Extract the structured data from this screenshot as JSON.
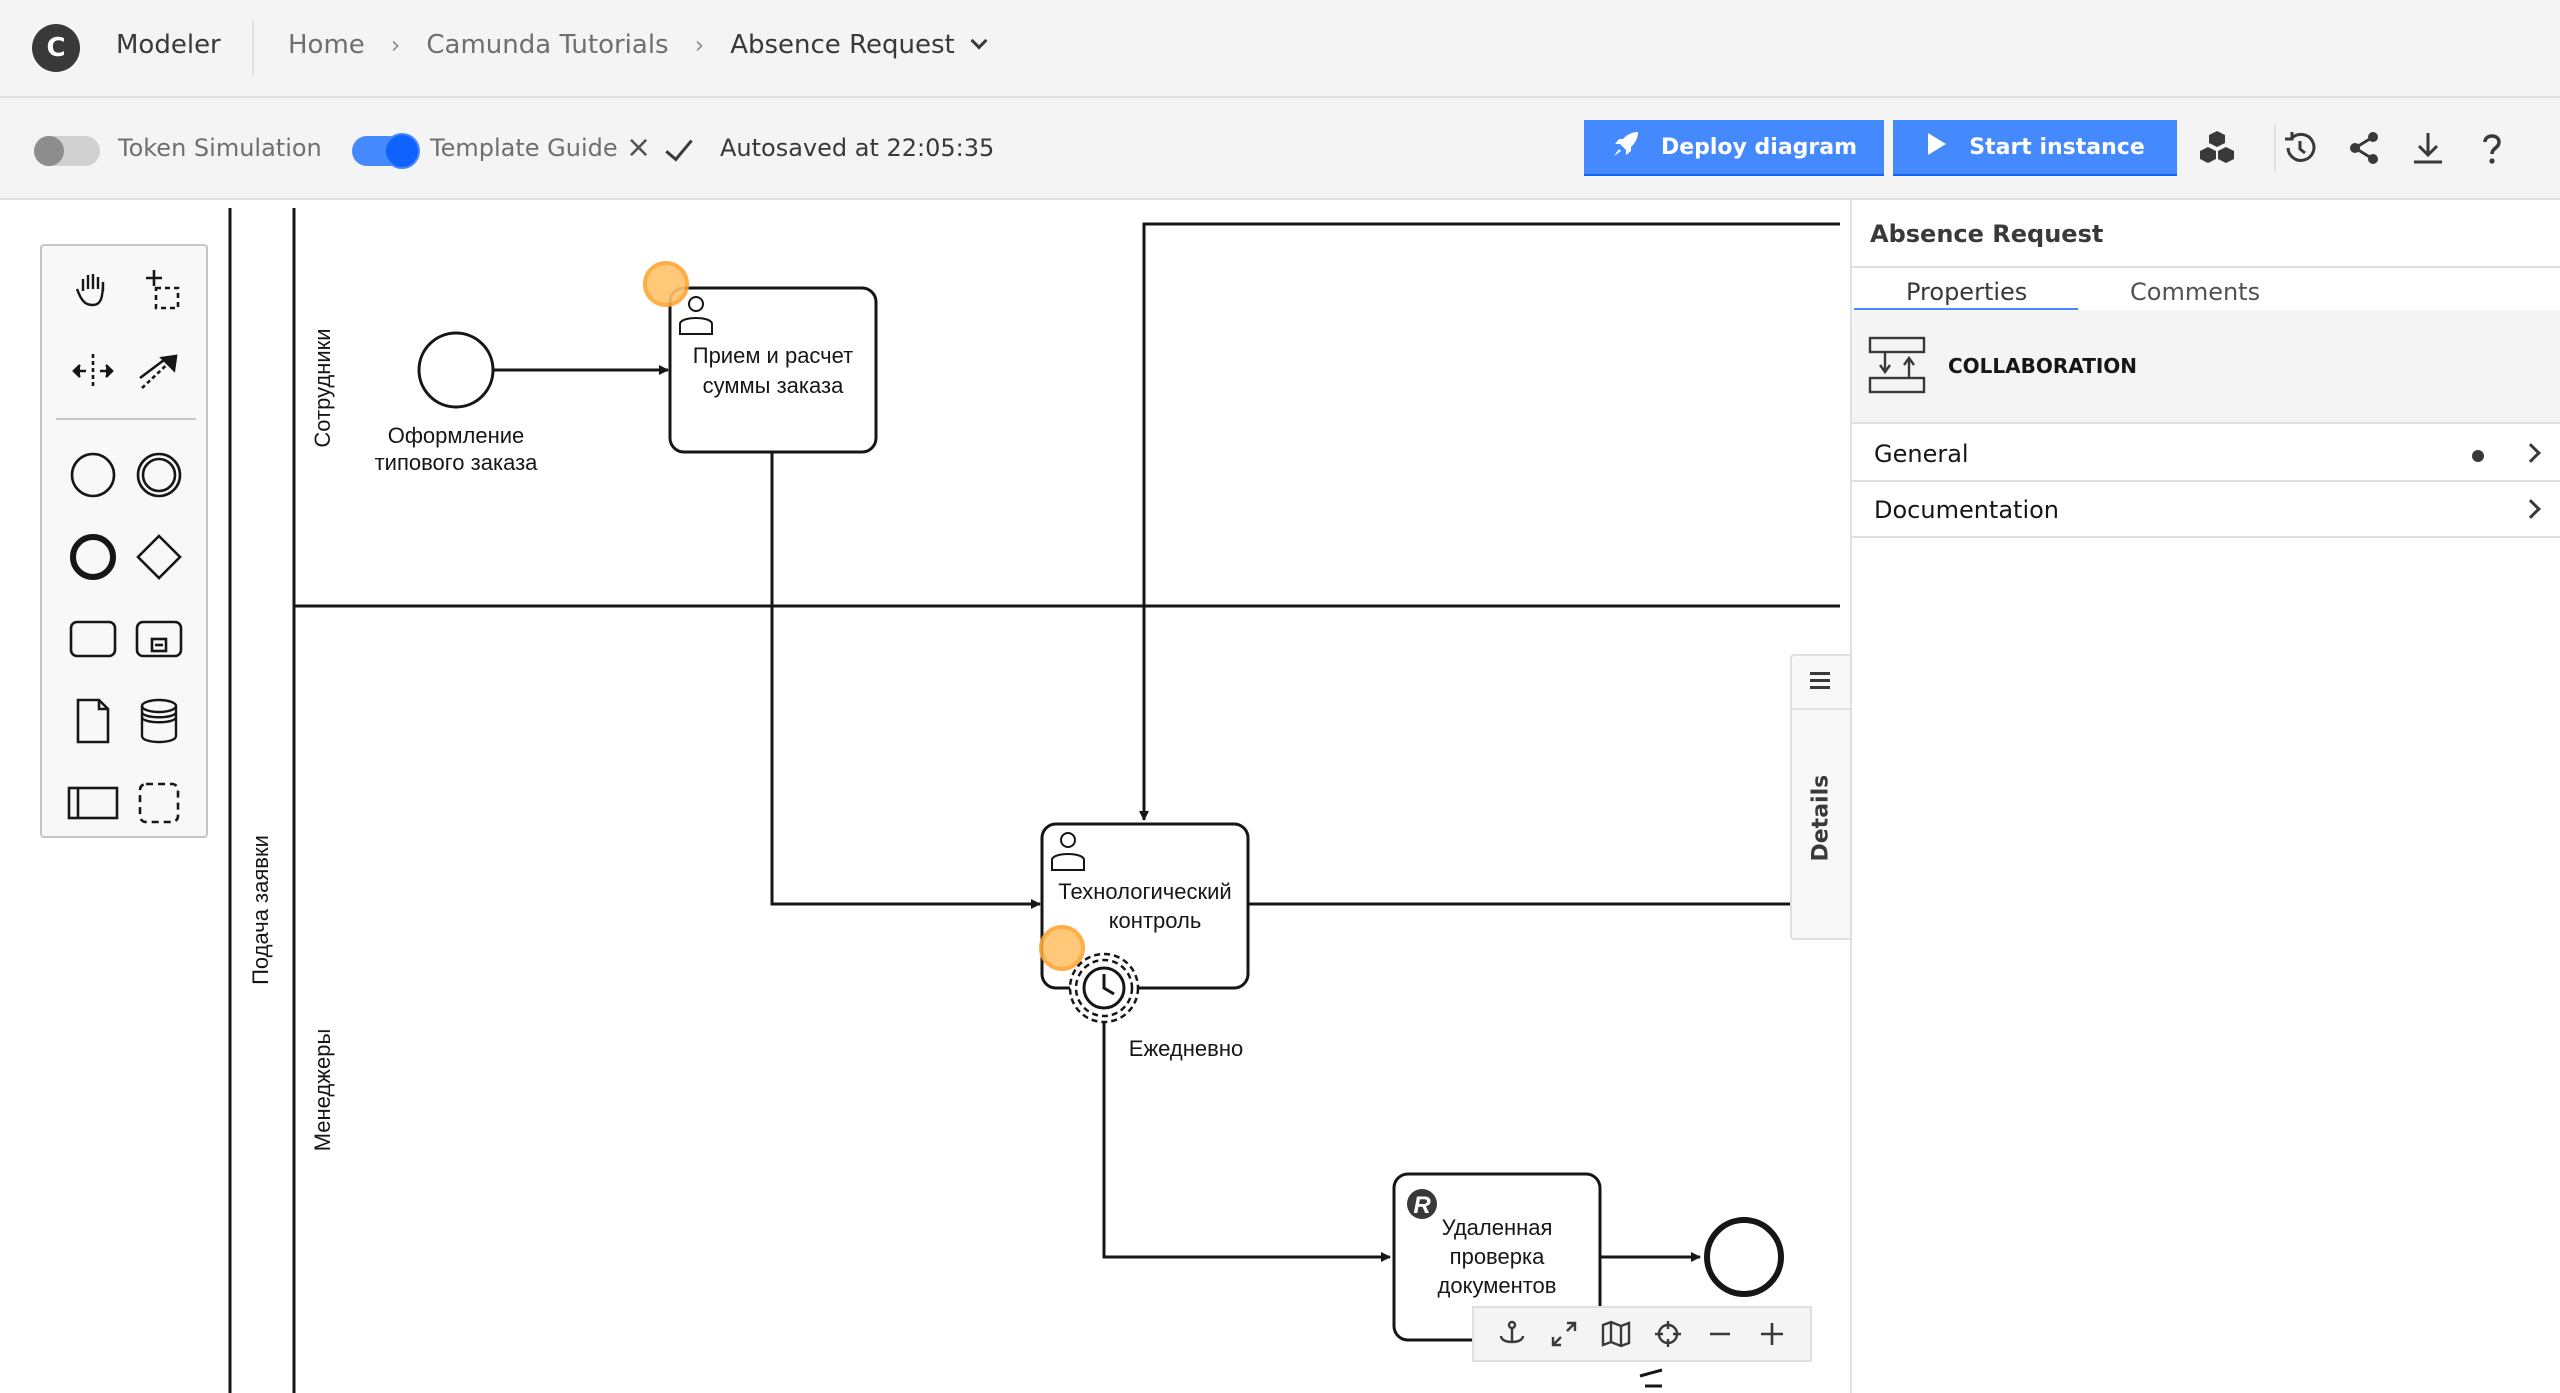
{
  "header": {
    "logo_letter": "C",
    "app_name": "Modeler",
    "breadcrumbs": [
      "Home",
      "Camunda Tutorials"
    ],
    "current": "Absence Request"
  },
  "toolbar": {
    "token_simulation_label": "Token Simulation",
    "token_simulation_on": false,
    "template_guide_label": "Template Guide",
    "template_guide_on": true,
    "close_glyph": "×",
    "autosave_text": "Autosaved at 22:05:35",
    "deploy_label": "Deploy diagram",
    "start_label": "Start instance",
    "icons": [
      "rocket-icon",
      "play-icon",
      "cubes-icon",
      "history-icon",
      "share-icon",
      "download-icon",
      "help-icon"
    ]
  },
  "diagram": {
    "pool_label": "Подача заявки",
    "lanes": [
      "Сотрудники",
      "Менеджеры"
    ],
    "start_event_label": [
      "Оформление",
      "типового заказа"
    ],
    "tasks": [
      {
        "lines": [
          "Прием и расчет",
          "суммы заказа"
        ],
        "kind": "user"
      },
      {
        "lines": [
          "Технологический",
          "контроль"
        ],
        "kind": "user"
      },
      {
        "lines": [
          "Удаленная",
          "проверка",
          "документов"
        ],
        "kind": "robot",
        "marker": "R"
      }
    ],
    "timer_label": "Ежедневно"
  },
  "details_tab": {
    "label": "Details"
  },
  "zoom_controls": [
    "pin-icon",
    "fullscreen-icon",
    "minimap-icon",
    "center-icon",
    "zoom-out-icon",
    "zoom-in-icon"
  ],
  "panel": {
    "title": "Absence Request",
    "tabs": [
      "Properties",
      "Comments"
    ],
    "element_type": "COLLABORATION",
    "groups": [
      {
        "label": "General",
        "has_dot": true
      },
      {
        "label": "Documentation",
        "has_dot": false
      }
    ]
  },
  "colors": {
    "primary": "#4589ff",
    "accent_dark": "#0f62fe",
    "highlight": "#ffa533",
    "background": "#f4f4f4"
  }
}
